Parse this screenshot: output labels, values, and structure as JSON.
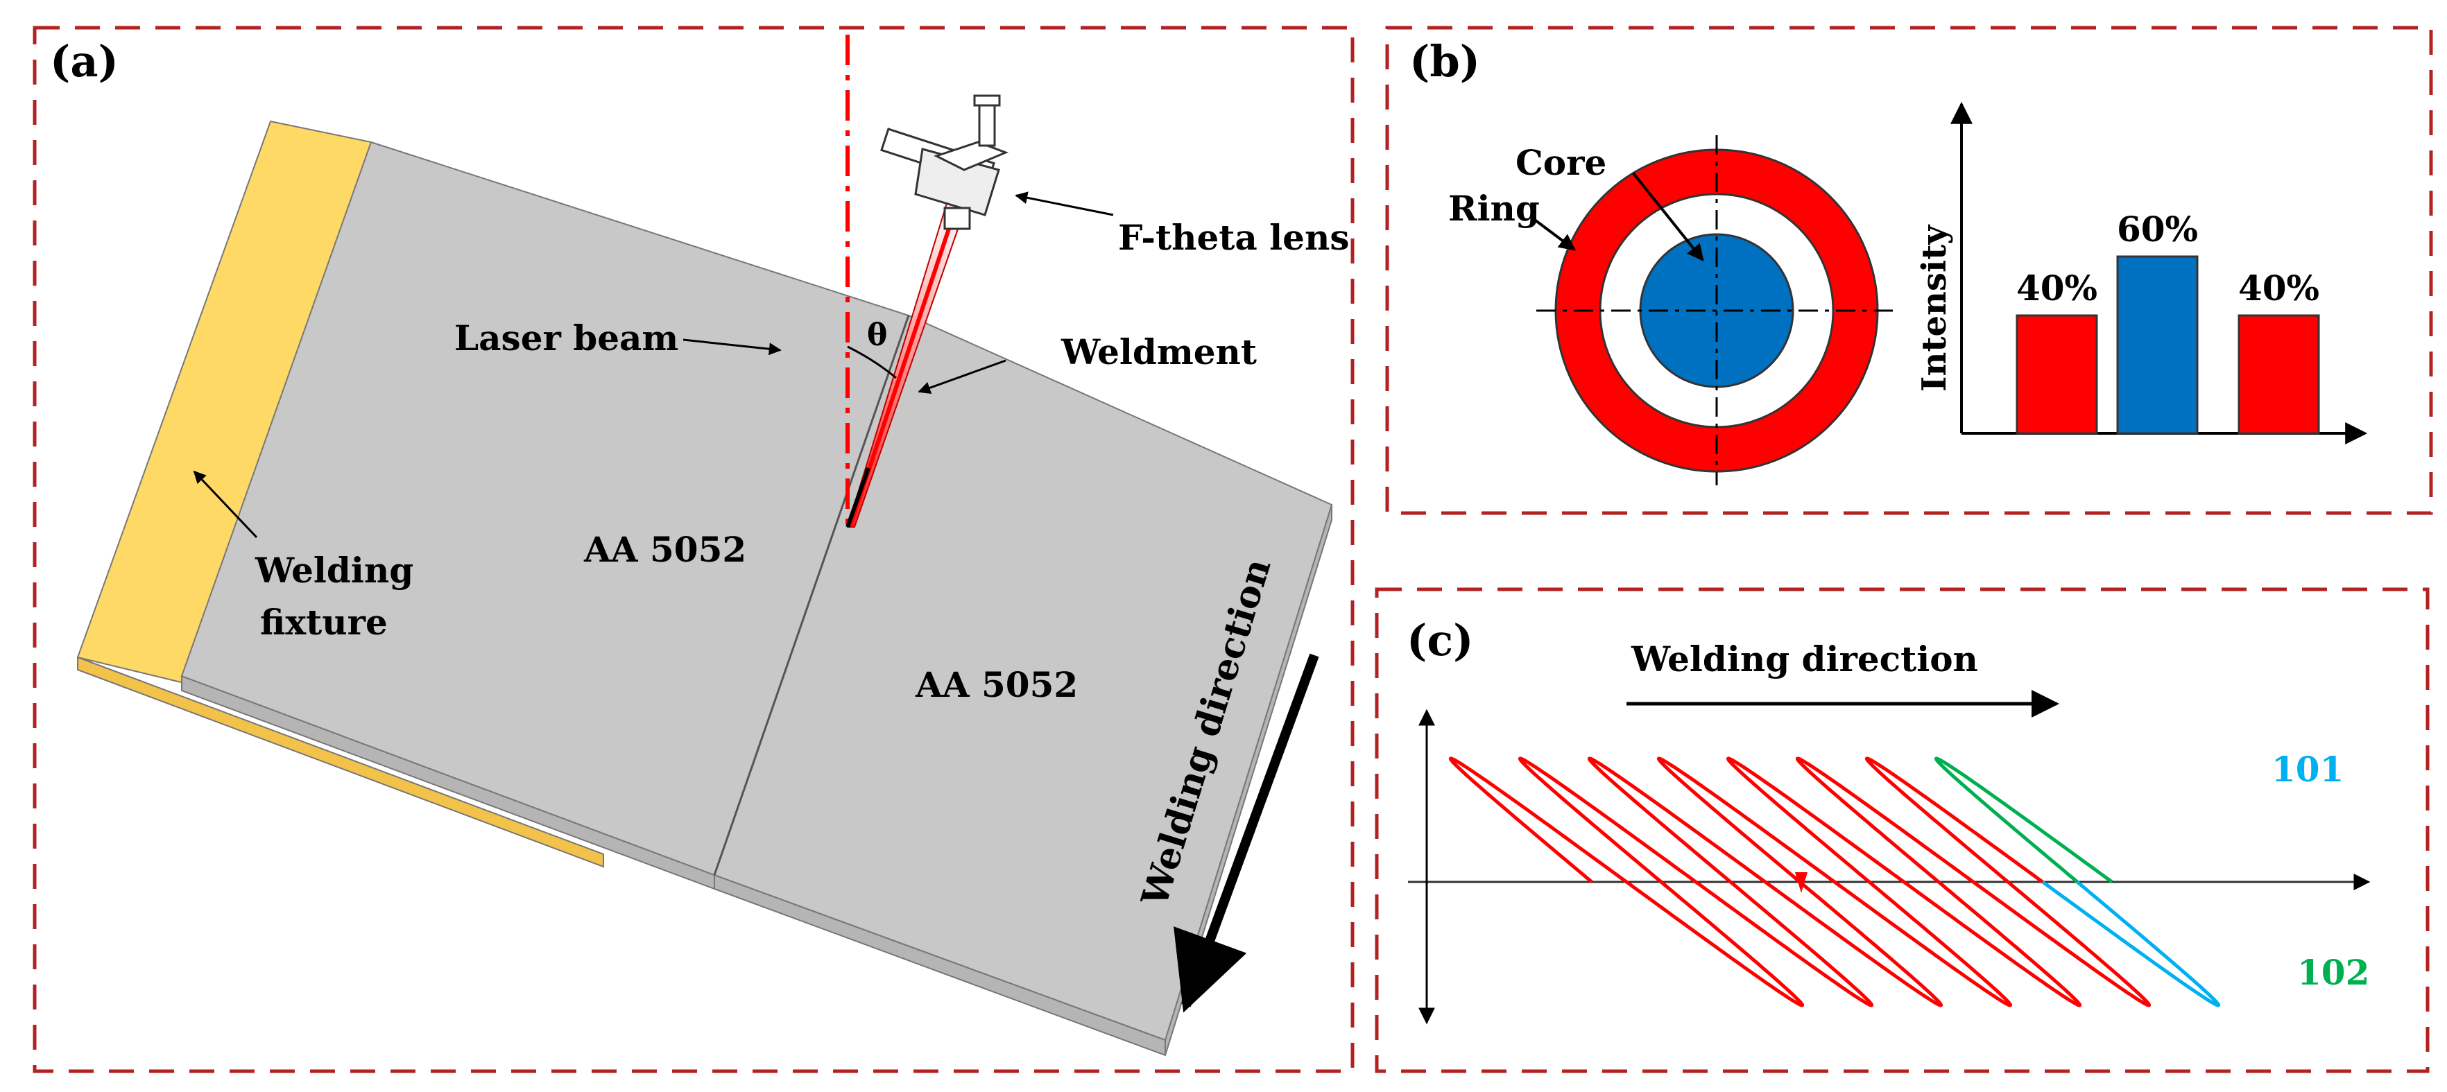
{
  "panels": {
    "a": {
      "label": "(a)",
      "lens_label": "F-theta lens",
      "beam_label": "Laser beam",
      "angle_symbol": "θ",
      "weldment_label": "Weldment",
      "fixture_label_line1": "Welding",
      "fixture_label_line2": "fixture",
      "plate_left_label": "AA 5052",
      "plate_right_label": "AA 5052",
      "direction_label": "Welding direction"
    },
    "b": {
      "label": "(b)",
      "core_label": "Core",
      "ring_label": "Ring",
      "y_axis_label": "Intensity"
    },
    "c": {
      "label": "(c)",
      "direction_label": "Welding direction",
      "mode_101_label": "101",
      "mode_102_label": "102"
    }
  },
  "chart_data": {
    "type": "bar",
    "categories": [
      "",
      "",
      ""
    ],
    "values": [
      40,
      60,
      40
    ],
    "data_labels": [
      "40%",
      "60%",
      "40%"
    ],
    "ylabel": "Intensity",
    "ylim": [
      0,
      100
    ]
  },
  "colors": {
    "frame_dash": "#b22222",
    "ring_red": "#ff0000",
    "core_blue": "#0070c0",
    "plate_gray": "#c8c8c8",
    "plate_edge": "#a0a0a0",
    "fixture_yellow": "#ffd966",
    "mode_101": "#00b0f0",
    "mode_102": "#00b050"
  }
}
